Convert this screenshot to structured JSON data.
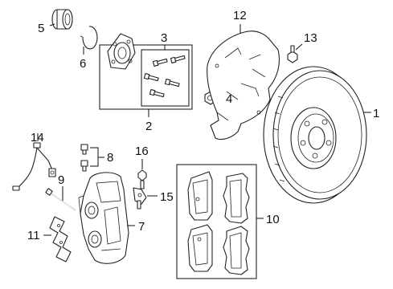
{
  "callouts": [
    {
      "id": "1",
      "text": "1"
    },
    {
      "id": "2",
      "text": "2"
    },
    {
      "id": "3",
      "text": "3"
    },
    {
      "id": "4",
      "text": "4"
    },
    {
      "id": "5",
      "text": "5"
    },
    {
      "id": "6",
      "text": "6"
    },
    {
      "id": "7",
      "text": "7"
    },
    {
      "id": "8",
      "text": "8"
    },
    {
      "id": "9",
      "text": "9"
    },
    {
      "id": "10",
      "text": "10"
    },
    {
      "id": "11",
      "text": "11"
    },
    {
      "id": "12",
      "text": "12"
    },
    {
      "id": "13",
      "text": "13"
    },
    {
      "id": "14",
      "text": "14"
    },
    {
      "id": "15",
      "text": "15"
    },
    {
      "id": "16",
      "text": "16"
    }
  ],
  "parts": [
    {
      "number": "1",
      "icon": "brake-rotor-icon"
    },
    {
      "number": "2",
      "icon": "hub-assembly-box-icon"
    },
    {
      "number": "3",
      "icon": "hub-bolts-icon"
    },
    {
      "number": "4",
      "icon": "nut-icon"
    },
    {
      "number": "5",
      "icon": "wheel-bearing-icon"
    },
    {
      "number": "6",
      "icon": "snap-ring-icon"
    },
    {
      "number": "7",
      "icon": "brake-caliper-icon"
    },
    {
      "number": "8",
      "icon": "bleeder-screw-icon"
    },
    {
      "number": "9",
      "icon": "guide-pin-icon"
    },
    {
      "number": "10",
      "icon": "brake-pads-icon"
    },
    {
      "number": "11",
      "icon": "pad-spring-clip-icon"
    },
    {
      "number": "12",
      "icon": "splash-shield-icon"
    },
    {
      "number": "13",
      "icon": "shield-bolt-icon"
    },
    {
      "number": "14",
      "icon": "brake-hose-icon"
    },
    {
      "number": "15",
      "icon": "hose-bracket-icon"
    },
    {
      "number": "16",
      "icon": "caliper-bolt-icon"
    }
  ]
}
